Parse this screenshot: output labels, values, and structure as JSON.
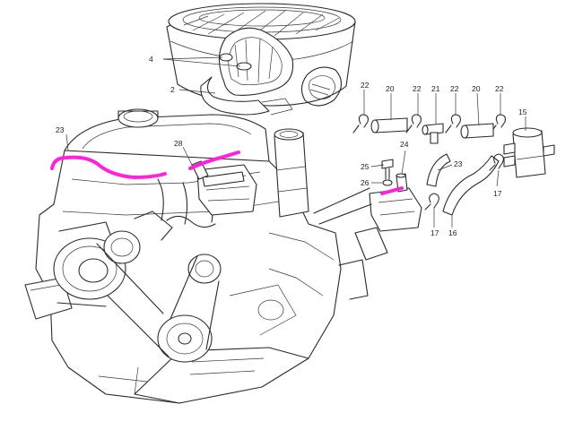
{
  "diagram": {
    "highlight_color": "#ff22dd",
    "line_color": "#2a2a2a",
    "callouts": {
      "c2": "2",
      "c4": "4",
      "c15": "15",
      "c16": "16",
      "c17a": "17",
      "c17b": "17",
      "c20a": "20",
      "c20b": "20",
      "c21": "21",
      "c22a": "22",
      "c22b": "22",
      "c22c": "22",
      "c22d": "22",
      "c23a": "23",
      "c23b": "23",
      "c24": "24",
      "c25": "25",
      "c26": "26",
      "c28": "28"
    }
  }
}
